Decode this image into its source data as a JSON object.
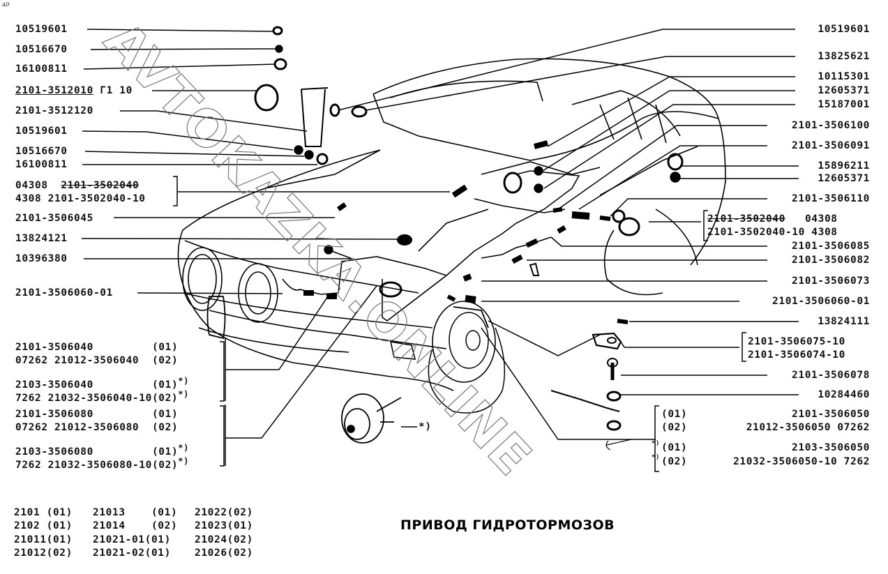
{
  "corner_mark": "AD",
  "title": "ПРИВОД ГИДРОТОРМОЗОВ",
  "watermark": "AVTOKAZKA.ONLINE",
  "left_labels": [
    {
      "text": "10519601"
    },
    {
      "text": "10516670"
    },
    {
      "text": "16100811"
    },
    {
      "text": "2101-3512010",
      "suffix": " Г1 10",
      "underlined": true
    },
    {
      "text": "2101-3512120"
    },
    {
      "text": "10519601"
    },
    {
      "text": "10516670"
    },
    {
      "text": "16100811"
    }
  ],
  "left_bracket_group_1": {
    "lines": [
      {
        "prefix": "04308  ",
        "code": "2101-3502040",
        "struck": true
      },
      {
        "prefix": "4308 ",
        "code": "2101-3502040-10",
        "struck": false
      }
    ]
  },
  "left_labels_2": [
    {
      "text": "2101-3506045"
    },
    {
      "text": "13824121"
    },
    {
      "text": "10396380"
    },
    {
      "text": "2101-3506060-01"
    }
  ],
  "left_variant_groups": [
    {
      "lines": [
        {
          "text": "2101-3506040        ",
          "variant": "(01)",
          "note": ""
        },
        {
          "text": "07262 21012-3506040 ",
          "variant": "(02)",
          "note": ""
        },
        {
          "text": "2103-3506040        ",
          "variant": "(01)",
          "note": "*)"
        },
        {
          "text": "7262 21032-3506040-10",
          "variant": "(02)",
          "note": "*)"
        }
      ]
    },
    {
      "lines": [
        {
          "text": "2101-3506080        ",
          "variant": "(01)",
          "note": ""
        },
        {
          "text": "07262 21012-3506080 ",
          "variant": "(02)",
          "note": ""
        },
        {
          "text": "2103-3506080        ",
          "variant": "(01)",
          "note": "*)"
        },
        {
          "text": "7262 21032-3506080-10",
          "variant": "(02)",
          "note": "*)"
        }
      ]
    }
  ],
  "right_labels": [
    {
      "text": "10519601"
    },
    {
      "text": "13825621"
    },
    {
      "text": "10115301"
    },
    {
      "text": "12605371"
    },
    {
      "text": "15187001"
    },
    {
      "text": "2101-3506100"
    },
    {
      "text": "2101-3506091"
    },
    {
      "text": "15896211"
    },
    {
      "text": "12605371"
    },
    {
      "text": "2101-3506110"
    }
  ],
  "right_bracket_group_1": {
    "lines": [
      {
        "code": "2101-3502040",
        "suffix": "   04308",
        "struck": true
      },
      {
        "code": "2101-3502040-10",
        "suffix": " 4308",
        "struck": false
      }
    ]
  },
  "right_labels_2": [
    {
      "text": "2101-3506085"
    },
    {
      "text": "2101-3506082"
    },
    {
      "text": "2101-3506073"
    },
    {
      "text": "2101-3506060-01"
    },
    {
      "text": "13824111"
    }
  ],
  "right_bracket_group_2": {
    "lines": [
      {
        "text": "2101-3506075-10"
      },
      {
        "text": "2101-3506074-10"
      }
    ]
  },
  "right_labels_3": [
    {
      "text": "2101-3506078"
    },
    {
      "text": "10284460"
    }
  ],
  "right_variant_group": {
    "lines": [
      {
        "variant": "(01)",
        "text": "2101-3506050",
        "note": ""
      },
      {
        "variant": "(02)",
        "text": "21012-3506050 07262",
        "note": ""
      },
      {
        "variant": "(01)",
        "text": "2103-3506050",
        "note": "*)"
      },
      {
        "variant": "(02)",
        "text": "21032-3506050-10 7262",
        "note": "*)"
      }
    ]
  },
  "booster_note": "*)",
  "model_table": {
    "rows": [
      [
        "2101 (01)",
        "21013    (01)",
        "21022(02)"
      ],
      [
        "2102 (01)",
        "21014    (02)",
        "21023(01)"
      ],
      [
        "21011(01)",
        "21021-01(01)",
        "21024(02)"
      ],
      [
        "21012(02)",
        "21021-02(01)",
        "21026(02)"
      ]
    ]
  }
}
